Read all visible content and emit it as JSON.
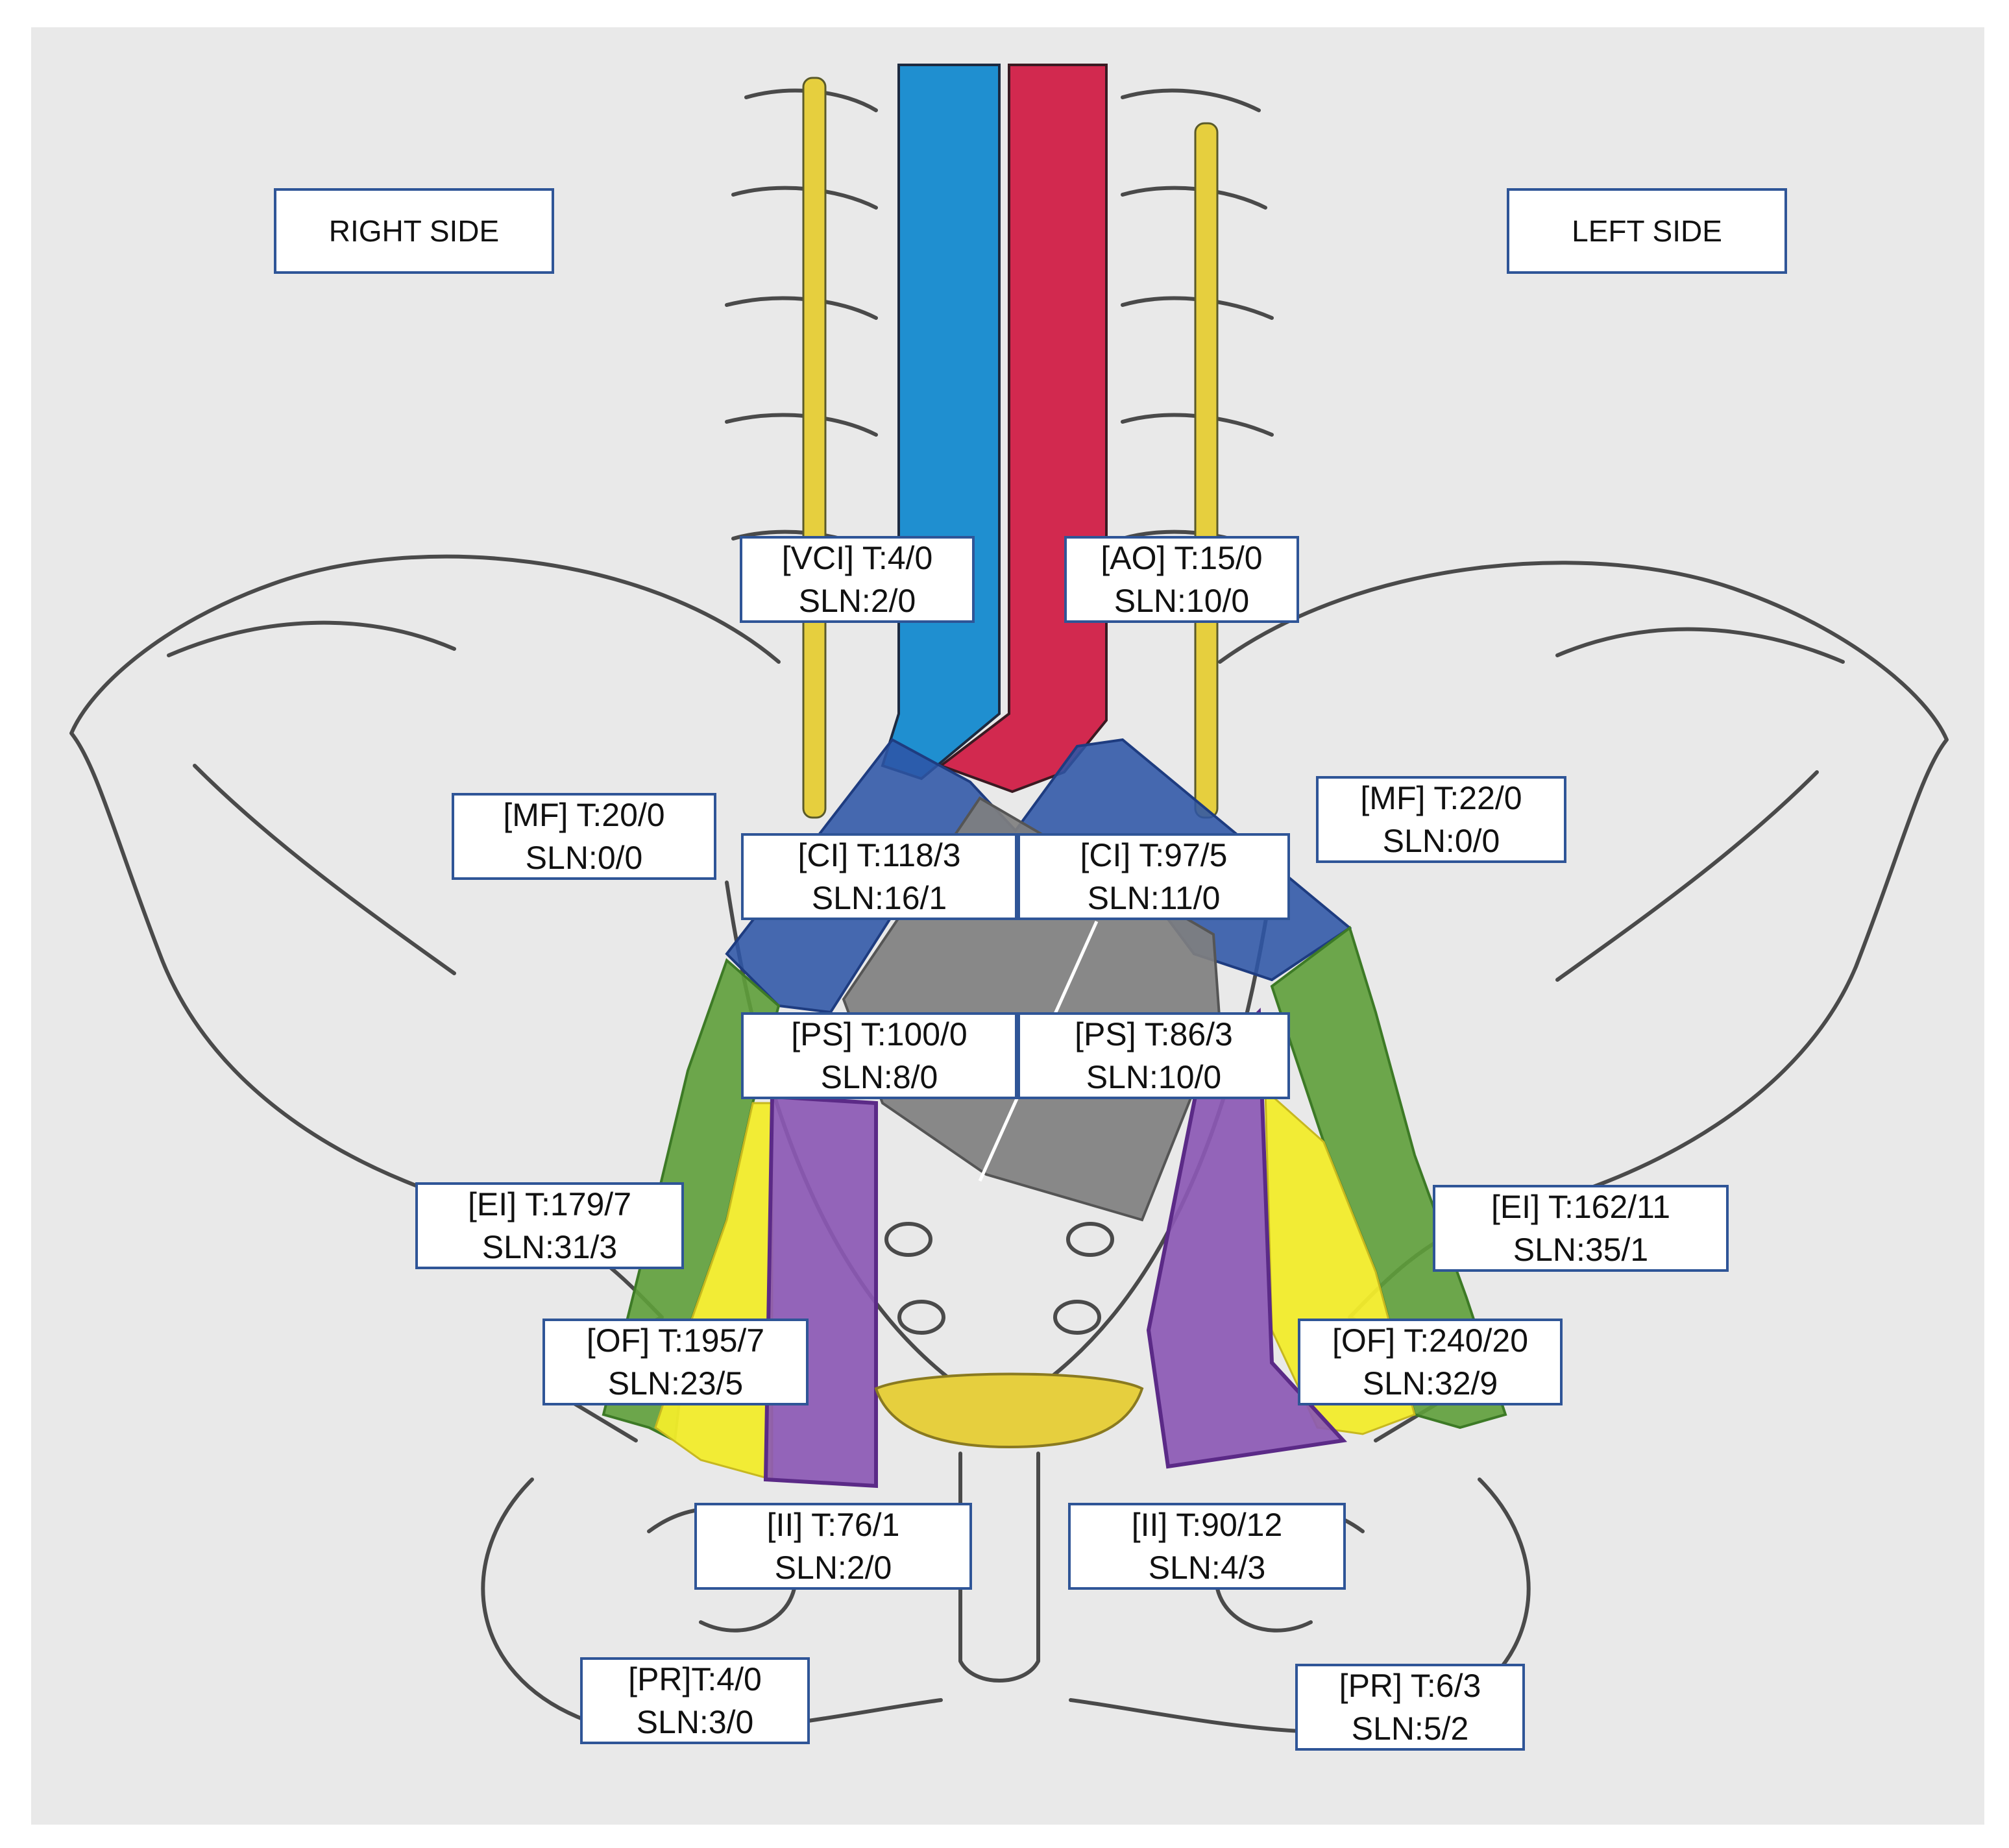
{
  "side_labels": {
    "right": "RIGHT SIDE",
    "left": "LEFT SIDE"
  },
  "regions": {
    "vci": {
      "line1": "[VCI] T:4/0",
      "line2": "SLN:2/0"
    },
    "ao": {
      "line1": "[AO] T:15/0",
      "line2": "SLN:10/0"
    },
    "mf_right": {
      "line1": "[MF] T:20/0",
      "line2": "SLN:0/0"
    },
    "mf_left": {
      "line1": "[MF] T:22/0",
      "line2": "SLN:0/0"
    },
    "ci_right": {
      "line1": "[CI] T:118/3",
      "line2": "SLN:16/1"
    },
    "ci_left": {
      "line1": "[CI] T:97/5",
      "line2": "SLN:11/0"
    },
    "ps_right": {
      "line1": "[PS] T:100/0",
      "line2": "SLN:8/0"
    },
    "ps_left": {
      "line1": "[PS] T:86/3",
      "line2": "SLN:10/0"
    },
    "ei_right": {
      "line1": "[EI] T:179/7",
      "line2": "SLN:31/3"
    },
    "ei_left": {
      "line1": "[EI] T:162/11",
      "line2": "SLN:35/1"
    },
    "of_right": {
      "line1": "[OF] T:195/7",
      "line2": "SLN:23/5"
    },
    "of_left": {
      "line1": "[OF] T:240/20",
      "line2": "SLN:32/9"
    },
    "ii_right": {
      "line1": "[II] T:76/1",
      "line2": "SLN:2/0"
    },
    "ii_left": {
      "line1": "[II] T:90/12",
      "line2": "SLN:4/3"
    },
    "pr_right": {
      "line1": "[PR]T:4/0",
      "line2": "SLN:3/0"
    },
    "pr_left": {
      "line1": "[PR] T:6/3",
      "line2": "SLN:5/2"
    }
  },
  "colors": {
    "paper": "#e9e9e9",
    "pencil": "#4a4a4a",
    "vein": "#1f8fd0",
    "artery": "#d2294f",
    "ureter": "#e6cf3e",
    "common_iliac": "#2e55a6",
    "presacral": "#7f7f7f",
    "external_iliac": "#5e9e3a",
    "obturator": "#f2ec2b",
    "internal_iliac": "#8b58b4",
    "label_border": "#2f5597"
  }
}
